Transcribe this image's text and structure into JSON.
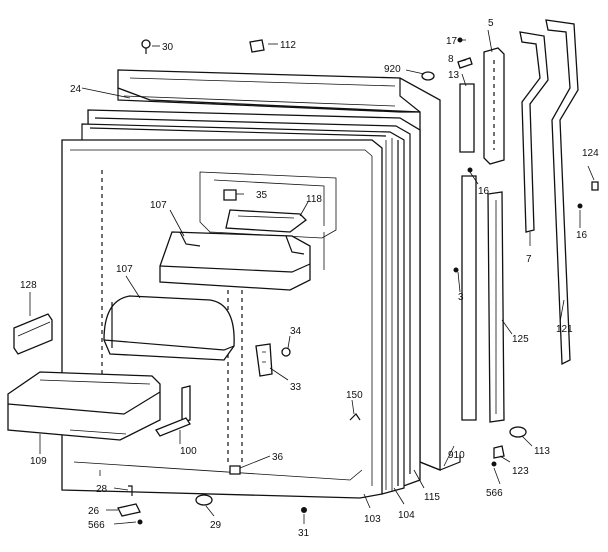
{
  "diagram": {
    "callouts": [
      {
        "id": "c30",
        "text": "30"
      },
      {
        "id": "c112",
        "text": "112"
      },
      {
        "id": "c920",
        "text": "920"
      },
      {
        "id": "c24",
        "text": "24"
      },
      {
        "id": "c17",
        "text": "17"
      },
      {
        "id": "c8",
        "text": "8"
      },
      {
        "id": "c13",
        "text": "13"
      },
      {
        "id": "c5",
        "text": "5"
      },
      {
        "id": "c16a",
        "text": "16"
      },
      {
        "id": "c16b",
        "text": "16"
      },
      {
        "id": "c124",
        "text": "124"
      },
      {
        "id": "c7",
        "text": "7"
      },
      {
        "id": "c121",
        "text": "121"
      },
      {
        "id": "c107a",
        "text": "107"
      },
      {
        "id": "c35",
        "text": "35"
      },
      {
        "id": "c118",
        "text": "118"
      },
      {
        "id": "c107b",
        "text": "107"
      },
      {
        "id": "c128",
        "text": "128"
      },
      {
        "id": "c34",
        "text": "34"
      },
      {
        "id": "c33",
        "text": "33"
      },
      {
        "id": "c3",
        "text": "3"
      },
      {
        "id": "c125",
        "text": "125"
      },
      {
        "id": "c150",
        "text": "150"
      },
      {
        "id": "c109",
        "text": "109"
      },
      {
        "id": "c100",
        "text": "100"
      },
      {
        "id": "c36",
        "text": "36"
      },
      {
        "id": "c113",
        "text": "113"
      },
      {
        "id": "c123",
        "text": "123"
      },
      {
        "id": "c910",
        "text": "910"
      },
      {
        "id": "c115",
        "text": "115"
      },
      {
        "id": "c104",
        "text": "104"
      },
      {
        "id": "c103",
        "text": "103"
      },
      {
        "id": "c566a",
        "text": "566"
      },
      {
        "id": "c28",
        "text": "28"
      },
      {
        "id": "c26",
        "text": "26"
      },
      {
        "id": "c566b",
        "text": "566"
      },
      {
        "id": "c29",
        "text": "29"
      },
      {
        "id": "c31",
        "text": "31"
      }
    ]
  }
}
